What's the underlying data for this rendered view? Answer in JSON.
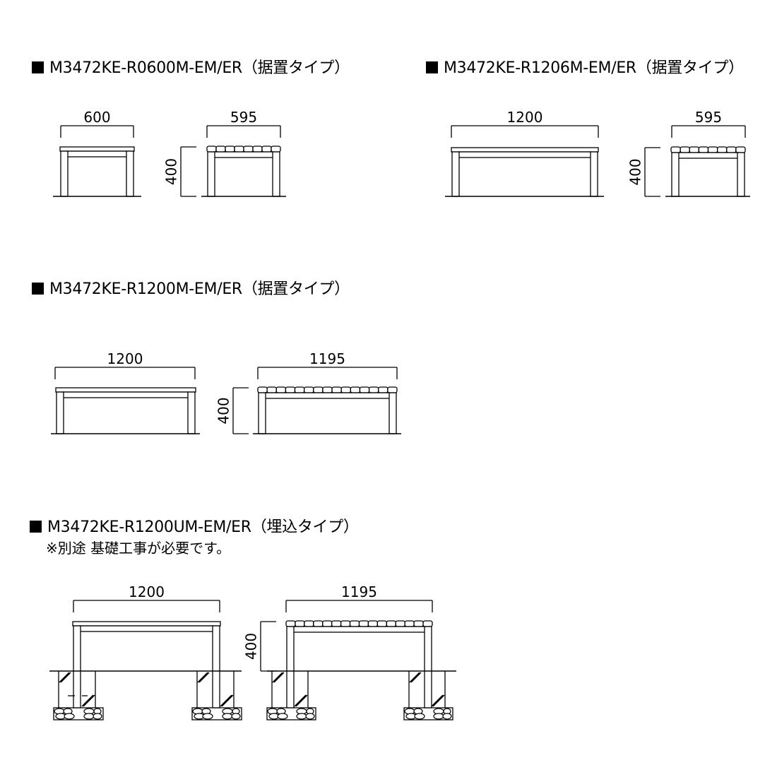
{
  "sections": [
    {
      "title": "M3472KE-R0600M-EM/ER（据置タイプ）",
      "front_width": "600",
      "side_width": "595",
      "height": "400"
    },
    {
      "title": "M3472KE-R1206M-EM/ER（据置タイプ）",
      "front_width": "1200",
      "side_width": "595",
      "height": "400"
    },
    {
      "title": "M3472KE-R1200M-EM/ER（据置タイプ）",
      "front_width": "1200",
      "side_width": "1195",
      "height": "400"
    },
    {
      "title": "M3472KE-R1200UM-EM/ER（埋込タイプ）",
      "note": "※別途 基礎工事が必要です。",
      "front_width": "1200",
      "side_width": "1195",
      "height": "400"
    }
  ]
}
